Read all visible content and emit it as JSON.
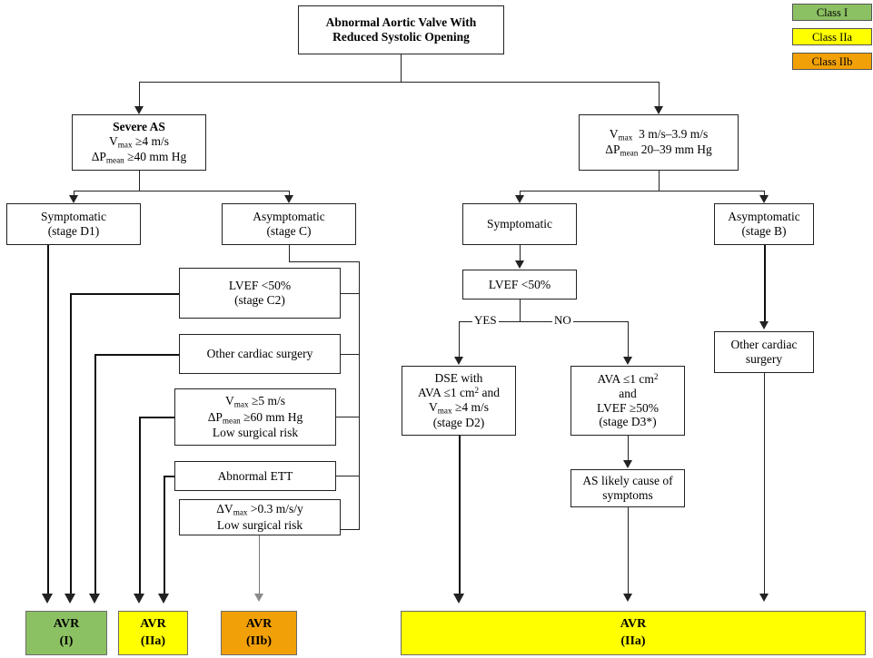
{
  "legend": {
    "items": [
      {
        "label": "Class I",
        "color": "#8cc163"
      },
      {
        "label": "Class IIa",
        "color": "#ffff00"
      },
      {
        "label": "Class IIb",
        "color": "#f2a007"
      }
    ]
  },
  "nodes": {
    "root": {
      "line1": "Abnormal  Aortic Valve With",
      "line2": "Reduced Systolic Opening"
    },
    "severe_as": {
      "line1": "Severe AS",
      "line2": "Vmax ≥4 m/s",
      "line3": "ΔPmean ≥40 mm Hg"
    },
    "moderate_as": {
      "line1": "Vmax  3 m/s–3.9 m/s",
      "line2": "ΔPmean 20–39 mm Hg"
    },
    "sym_d1": {
      "line1": "Symptomatic",
      "line2": "(stage D1)"
    },
    "asym_c": {
      "line1": "Asymptomatic",
      "line2": "(stage C)"
    },
    "lvef_c2": {
      "line1": "LVEF <50%",
      "line2": "(stage C2)"
    },
    "other_cardiac_surgery_left": {
      "line1": "Other cardiac surgery"
    },
    "vmax5": {
      "line1": "Vmax ≥5 m/s",
      "line2": "ΔPmean ≥60 mm Hg",
      "line3": "Low surgical risk"
    },
    "abnormal_ett": {
      "line1": "Abnormal ETT"
    },
    "dvmax": {
      "line1": "ΔVmax >0.3 m/s/y",
      "line2": "Low surgical risk"
    },
    "sym_right": {
      "line1": "Symptomatic"
    },
    "lvef_right": {
      "line1": "LVEF <50%"
    },
    "dse": {
      "line1": "DSE with",
      "line2": "AVA ≤1 cm2 and",
      "line3": "Vmax ≥4 m/s",
      "line4": "(stage D2)"
    },
    "ava_d3": {
      "line1": "AVA ≤1 cm2",
      "line2": "and",
      "line3": "LVEF ≥50%",
      "line4": "(stage D3*)"
    },
    "as_likely": {
      "line1": "AS likely cause of",
      "line2": "symptoms"
    },
    "asym_b": {
      "line1": "Asymptomatic",
      "line2": "(stage B)"
    },
    "other_cardiac_surgery_right": {
      "line1": "Other cardiac",
      "line2": "surgery"
    }
  },
  "edge_labels": {
    "yes": "YES",
    "no": "NO"
  },
  "outcomes": {
    "avr_i": {
      "line1": "AVR",
      "line2": "(I)",
      "color": "#8cc163"
    },
    "avr_iia": {
      "line1": "AVR",
      "line2": "(IIa)",
      "color": "#ffff00"
    },
    "avr_iib": {
      "line1": "AVR",
      "line2": "(IIb)",
      "color": "#f2a007"
    },
    "avr_iia_right": {
      "line1": "AVR",
      "line2": "(IIa)",
      "color": "#ffff00"
    }
  }
}
